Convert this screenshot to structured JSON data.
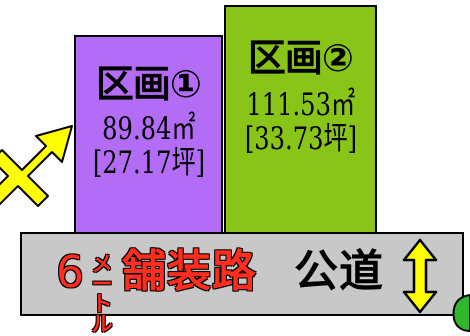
{
  "lots": [
    {
      "name": "区画①",
      "area": "89.84㎡",
      "tsubo": "[27.17坪]",
      "color": "#b36cf5"
    },
    {
      "name": "区画②",
      "area": "111.53㎡",
      "tsubo": "[33.73坪]",
      "color": "#89c418"
    }
  ],
  "road": {
    "width_number": "6",
    "width_unit": "メートル",
    "surface": "舗装路",
    "type": "公道",
    "color": "#c8c8c8",
    "text_color": "#ff2d1d"
  },
  "icons": {
    "entry_arrow": "yellow-diagonal-arrow",
    "road_width_arrow": "yellow-double-arrow"
  }
}
